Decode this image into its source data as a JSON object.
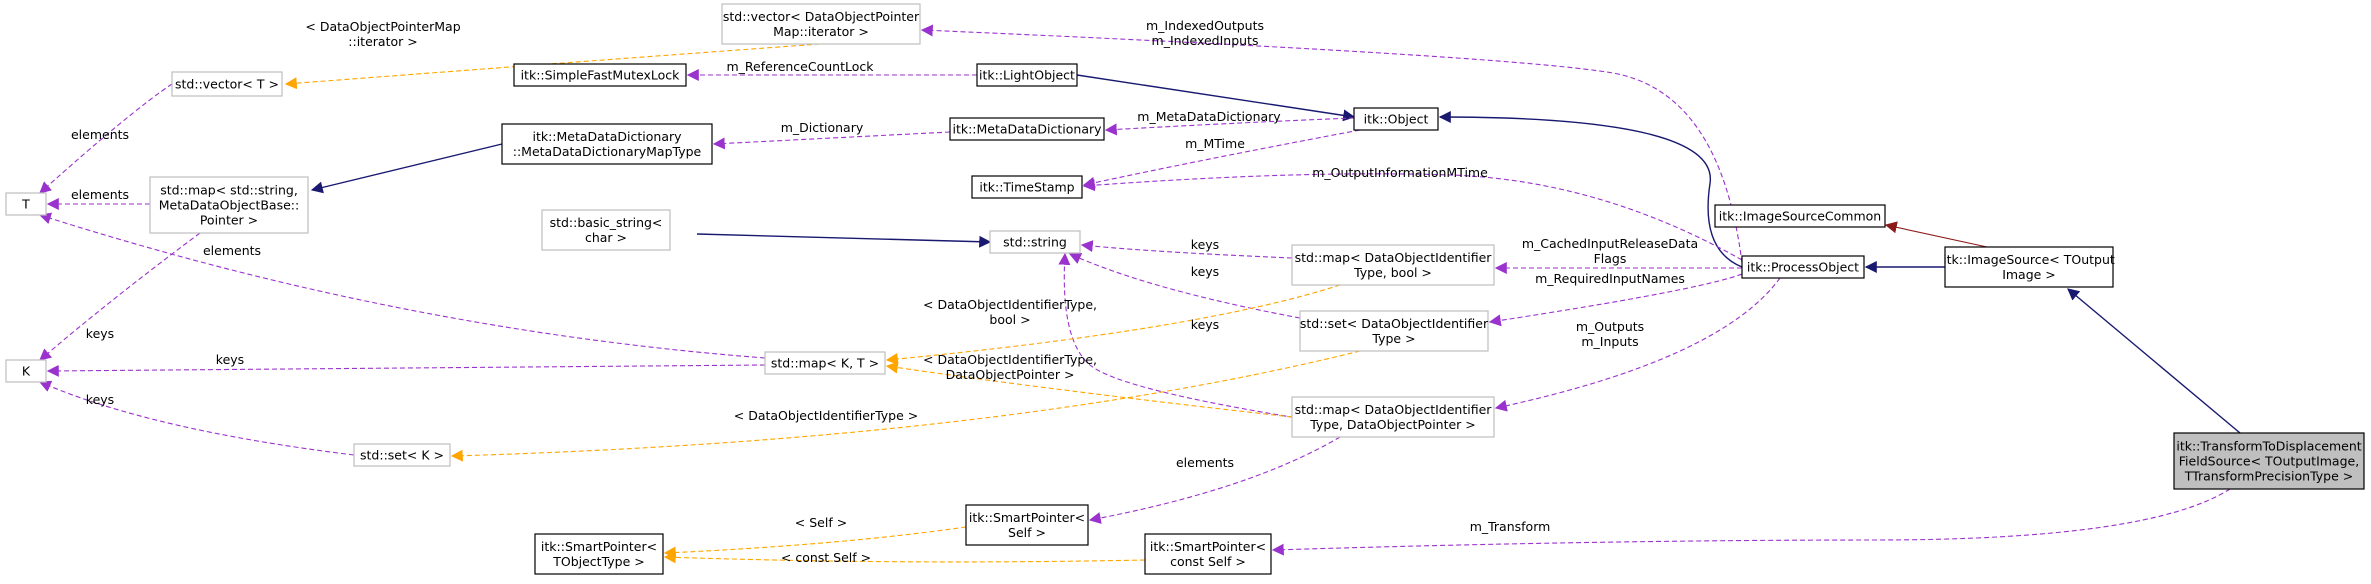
{
  "colors": {
    "background": "#ffffff",
    "node_border_external": "#bfbfbf",
    "node_border_documented": "#000000",
    "node_fill_focus": "#bfbfbf",
    "edge_inheritance": "#191970",
    "edge_inheritance_private": "#8b1a1a",
    "edge_usage": "#9a32cd",
    "edge_template": "#ffa500"
  },
  "nodes": [
    {
      "id": "vec_dop_iter",
      "lines": [
        "std::vector< DataObjectPointer",
        "Map::iterator >"
      ]
    },
    {
      "id": "vec_T",
      "lines": [
        "std::vector< T >"
      ]
    },
    {
      "id": "mutex",
      "lines": [
        "itk::SimpleFastMutexLock"
      ]
    },
    {
      "id": "light",
      "lines": [
        "itk::LightObject"
      ]
    },
    {
      "id": "mdd_map",
      "lines": [
        "itk::MetaDataDictionary",
        "::MetaDataDictionaryMapType"
      ]
    },
    {
      "id": "mdd",
      "lines": [
        "itk::MetaDataDictionary"
      ]
    },
    {
      "id": "object",
      "lines": [
        "itk::Object"
      ]
    },
    {
      "id": "T",
      "lines": [
        "T"
      ]
    },
    {
      "id": "map_string",
      "lines": [
        "std::map< std::string,",
        "MetaDataObjectBase::",
        "Pointer >"
      ]
    },
    {
      "id": "timestamp",
      "lines": [
        "itk::TimeStamp"
      ]
    },
    {
      "id": "isc",
      "lines": [
        "itk::ImageSourceCommon"
      ]
    },
    {
      "id": "basic_string",
      "lines": [
        "std::basic_string<",
        "char >"
      ]
    },
    {
      "id": "string",
      "lines": [
        "std::string"
      ]
    },
    {
      "id": "map_bool",
      "lines": [
        "std::map< DataObjectIdentifier",
        "Type, bool >"
      ]
    },
    {
      "id": "process",
      "lines": [
        "itk::ProcessObject"
      ]
    },
    {
      "id": "image_source",
      "lines": [
        "itk::ImageSource< TOutput",
        "Image >"
      ]
    },
    {
      "id": "set_doid",
      "lines": [
        "std::set< DataObjectIdentifier",
        "Type >"
      ]
    },
    {
      "id": "K",
      "lines": [
        "K"
      ]
    },
    {
      "id": "map_KT",
      "lines": [
        "std::map< K, T >"
      ]
    },
    {
      "id": "map_dop",
      "lines": [
        "std::map< DataObjectIdentifier",
        "Type, DataObjectPointer >"
      ]
    },
    {
      "id": "set_K",
      "lines": [
        "std::set< K >"
      ]
    },
    {
      "id": "focus",
      "lines": [
        "itk::TransformToDisplacement",
        "FieldSource< TOutputImage,",
        "TTransformPrecisionType >"
      ]
    },
    {
      "id": "sp_self",
      "lines": [
        "itk::SmartPointer<",
        "Self >"
      ]
    },
    {
      "id": "sp_obj",
      "lines": [
        "itk::SmartPointer<",
        "TObjectType >"
      ]
    },
    {
      "id": "sp_const",
      "lines": [
        "itk::SmartPointer<",
        "const Self >"
      ]
    }
  ],
  "edge_labels": [
    {
      "id": "lbl_dop_iter",
      "lines": [
        "< DataObjectPointerMap",
        "::iterator >"
      ]
    },
    {
      "id": "lbl_indexed",
      "lines": [
        "m_IndexedOutputs",
        "m_IndexedInputs"
      ]
    },
    {
      "id": "lbl_refcount",
      "lines": [
        "m_ReferenceCountLock"
      ]
    },
    {
      "id": "lbl_elements_vec",
      "lines": [
        "elements"
      ]
    },
    {
      "id": "lbl_mdd_meta",
      "lines": [
        "m_MetaDataDictionary"
      ]
    },
    {
      "id": "lbl_dictionary",
      "lines": [
        "m_Dictionary"
      ]
    },
    {
      "id": "lbl_mtime",
      "lines": [
        "m_MTime"
      ]
    },
    {
      "id": "lbl_elements_map",
      "lines": [
        "elements"
      ]
    },
    {
      "id": "lbl_output_info",
      "lines": [
        "m_OutputInformationMTime"
      ]
    },
    {
      "id": "lbl_keys_map",
      "lines": [
        "keys"
      ]
    },
    {
      "id": "lbl_elements_KT",
      "lines": [
        "elements"
      ]
    },
    {
      "id": "lbl_keys_bool",
      "lines": [
        "keys"
      ]
    },
    {
      "id": "lbl_cached",
      "lines": [
        "m_CachedInputReleaseData",
        "Flags"
      ]
    },
    {
      "id": "lbl_keys_set",
      "lines": [
        "keys"
      ]
    },
    {
      "id": "lbl_required",
      "lines": [
        "m_RequiredInputNames"
      ]
    },
    {
      "id": "lbl_doid_bool",
      "lines": [
        "< DataObjectIdentifierType,",
        "bool >"
      ]
    },
    {
      "id": "lbl_keys_dop",
      "lines": [
        "keys"
      ]
    },
    {
      "id": "lbl_outputs",
      "lines": [
        "m_Outputs",
        "m_Inputs"
      ]
    },
    {
      "id": "lbl_keys_K",
      "lines": [
        "keys"
      ]
    },
    {
      "id": "lbl_doid_dop",
      "lines": [
        "< DataObjectIdentifierType,",
        "DataObjectPointer >"
      ]
    },
    {
      "id": "lbl_keys_setK",
      "lines": [
        "keys"
      ]
    },
    {
      "id": "lbl_doid_set",
      "lines": [
        "< DataObjectIdentifierType >"
      ]
    },
    {
      "id": "lbl_elements_sp",
      "lines": [
        "elements"
      ]
    },
    {
      "id": "lbl_self",
      "lines": [
        "< Self >"
      ]
    },
    {
      "id": "lbl_transform",
      "lines": [
        "m_Transform"
      ]
    },
    {
      "id": "lbl_const_self",
      "lines": [
        "< const Self >"
      ]
    }
  ]
}
